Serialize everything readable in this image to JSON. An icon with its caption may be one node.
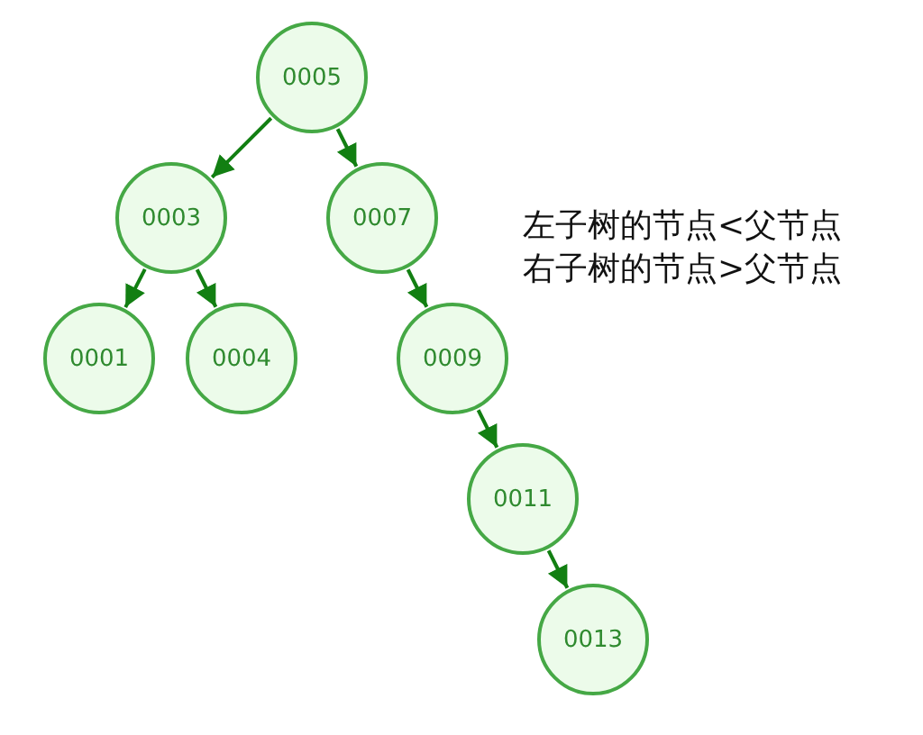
{
  "diagram": {
    "nodes": [
      {
        "text": [
          "0005"
        ]
      },
      {
        "text": [
          "0003"
        ]
      },
      {
        "text": [
          "0007"
        ]
      },
      {
        "text": [
          "0001"
        ]
      },
      {
        "text": [
          "0004"
        ]
      },
      {
        "text": [
          "0009"
        ]
      },
      {
        "text": [
          "0011"
        ]
      },
      {
        "text": [
          "0013"
        ]
      }
    ],
    "edges": [
      {
        "from": 0,
        "to": 1,
        "arrow": "to"
      },
      {
        "from": 0,
        "to": 2,
        "arrow": "to"
      },
      {
        "from": 1,
        "to": 3,
        "arrow": "to"
      },
      {
        "from": 1,
        "to": 4,
        "arrow": "to"
      },
      {
        "from": 2,
        "to": 5,
        "arrow": "to"
      },
      {
        "from": 5,
        "to": 6,
        "arrow": "to"
      },
      {
        "from": 6,
        "to": 7,
        "arrow": "to"
      }
    ],
    "labels": [
      "左子树的节点<父节点",
      "右子树的节点>父节点"
    ]
  }
}
